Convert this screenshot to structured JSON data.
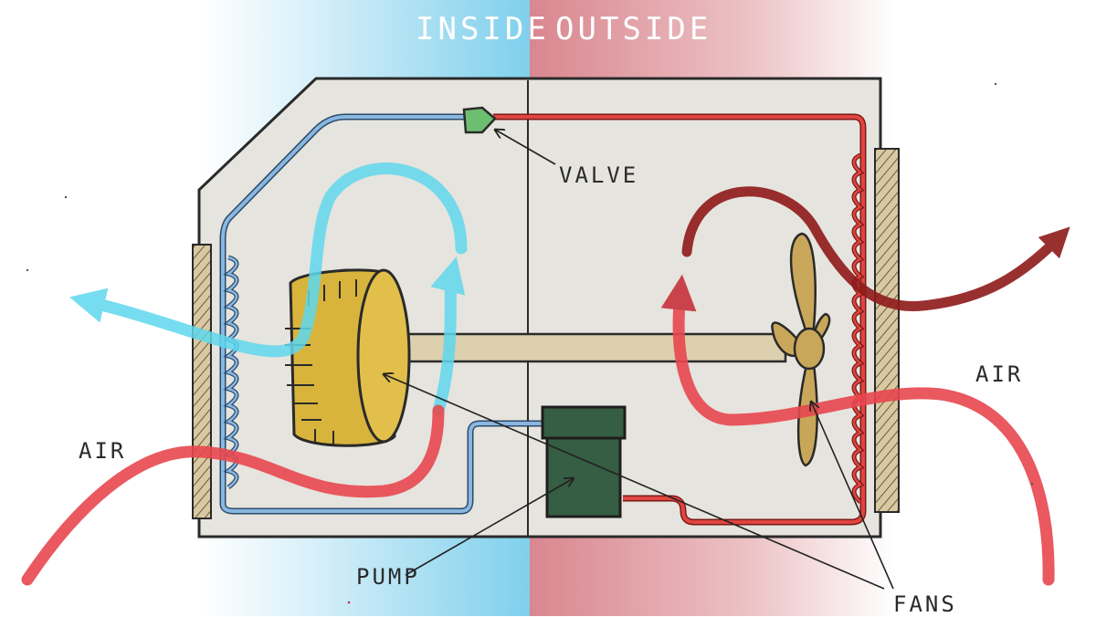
{
  "zones": {
    "inside": {
      "label": "INSIDE",
      "color": "#7fd0ec"
    },
    "outside": {
      "label": "OUTSIDE",
      "color": "#d9868f"
    }
  },
  "labels": {
    "valve": "VALVE",
    "pump": "PUMP",
    "fans": "FANS",
    "air_left": "AIR",
    "air_right": "AIR"
  },
  "colors": {
    "cold_pipe": "#8ab7e0",
    "hot_pipe": "#e0453f",
    "cold_air": "#5fd8ee",
    "hot_air": "#e8474f",
    "exhaust_air": "#8f1a1a",
    "unit_body": "#e6e4de",
    "pump": "#355e43",
    "valve": "#6cbf70",
    "fan": "#c9a75a",
    "drum": "#d8b43c"
  }
}
